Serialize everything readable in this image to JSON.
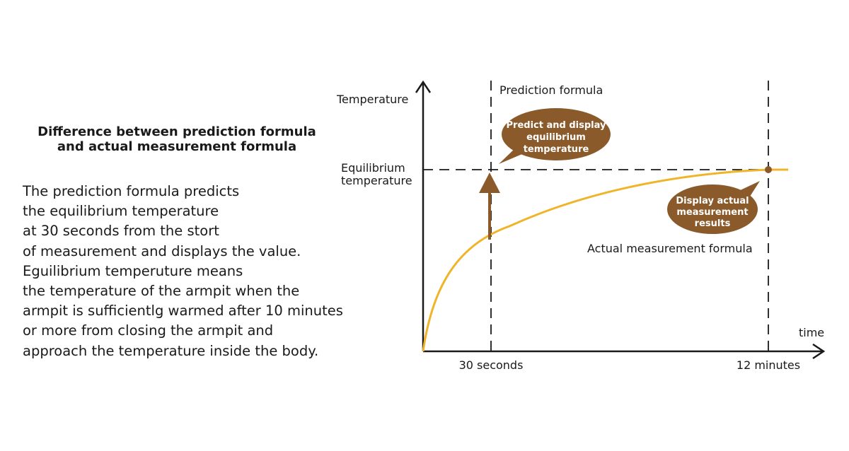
{
  "title": {
    "line1": "Difference between prediction formula",
    "line2": "and actual measurement formula"
  },
  "description": [
    "The prediction formula predicts",
    "the equilibrium temperature",
    "at 30 seconds from the stort",
    "of measurement and displays the value.",
    "Eguilibrium temperuture means",
    "the temperature of the armpit when the",
    "armpit is sufficientlg warmed after 10 minutes",
    "or more from closing the armpit and",
    "approach the temperature inside the body."
  ],
  "diagram": {
    "y_axis_label": "Temperature",
    "x_axis_label": "time",
    "equilibrium_label": [
      "Equilibrium",
      "temperature"
    ],
    "x_ticks": [
      "30 seconds",
      "12 minutes"
    ],
    "prediction_label": "Prediction formula",
    "actual_label": "Actual measurement formula",
    "bubble_predict": [
      "Predict and display",
      "equilibrium",
      "temperature"
    ],
    "bubble_actual": [
      "Display actual",
      "measurement",
      "results"
    ],
    "colors": {
      "curve": "#f0b429",
      "bubble": "#8b5a2b",
      "arrow": "#8b5a2b",
      "axis": "#1a1a1a"
    }
  }
}
